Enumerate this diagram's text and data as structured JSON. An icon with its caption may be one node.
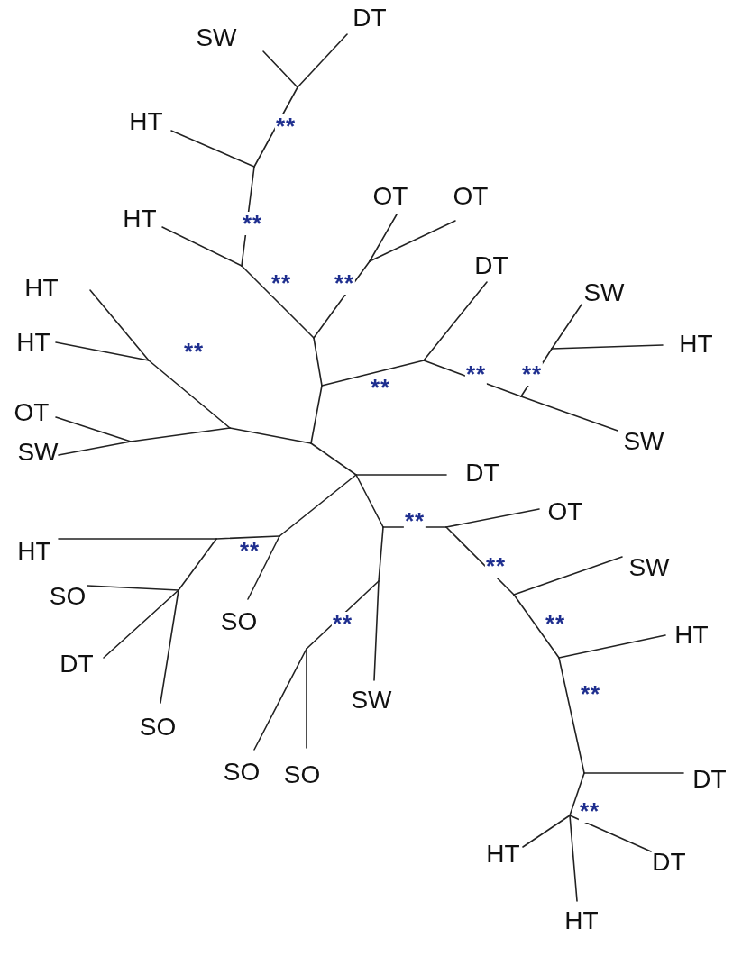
{
  "diagram": {
    "labels": [
      "DT",
      "SW",
      "HT",
      "**",
      "OT",
      "OT",
      "HT",
      "**",
      "DT",
      "**",
      "**",
      "HT",
      "SW",
      "HT",
      "HT",
      "**",
      "**",
      "**",
      "**",
      "OT",
      "SW",
      "SW",
      "DT",
      "OT",
      "**",
      "**",
      "HT",
      "**",
      "SW",
      "SO",
      "SO",
      "**",
      "**",
      "HT",
      "DT",
      "**",
      "SW",
      "SO",
      "SO",
      "SO",
      "DT",
      "**",
      "HT",
      "DT",
      "HT"
    ]
  }
}
